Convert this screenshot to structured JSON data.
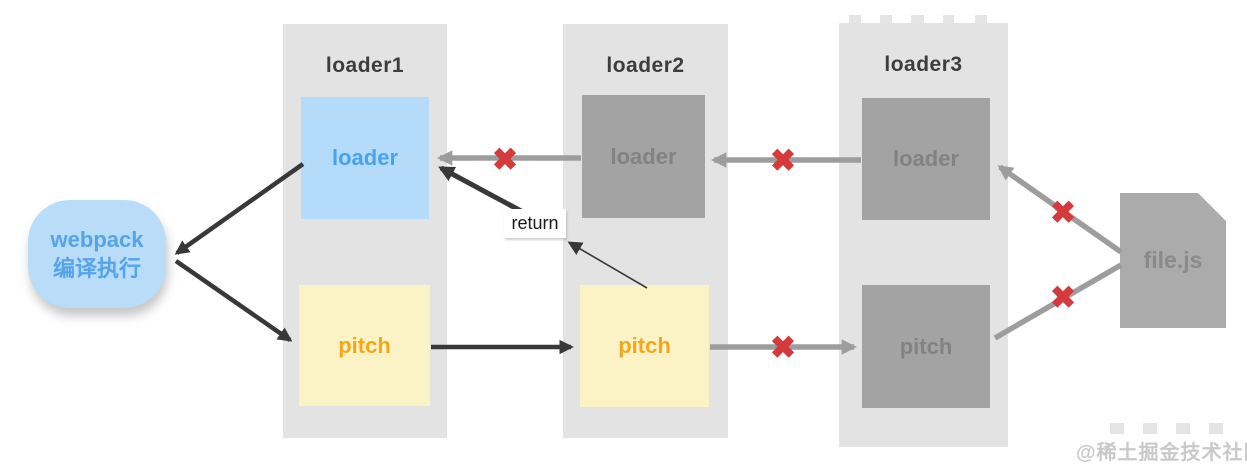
{
  "diagram": {
    "webpack_node": {
      "line1": "webpack",
      "line2": "编译执行"
    },
    "columns": [
      {
        "title": "loader1",
        "loader_label": "loader",
        "pitch_label": "pitch"
      },
      {
        "title": "loader2",
        "loader_label": "loader",
        "pitch_label": "pitch"
      },
      {
        "title": "loader3",
        "loader_label": "loader",
        "pitch_label": "pitch"
      }
    ],
    "file_node": {
      "label": "file.js"
    },
    "return_label": "return",
    "blocked_icon": "✖",
    "watermark": "@稀土掘金技术社区"
  },
  "colors": {
    "column_bg": "#e3e3e3",
    "column_title": "#3d3d3d",
    "active_loader_bg": "#b5dbfa",
    "active_loader_text": "#4aa3e9",
    "pitch_bg": "#fbf3c5",
    "pitch_text": "#f2a71c",
    "inactive_bg": "#a3a3a3",
    "inactive_text": "#828282",
    "webpack_bg": "#b9dcf9",
    "webpack_text": "#55a4ea",
    "file_bg": "#ababab",
    "file_text": "#8a8a8a",
    "blocked_x": "#d4393c",
    "arrow_active": "#383838",
    "arrow_inactive": "#9d9d9d",
    "watermark_color": "#c9c9c9"
  }
}
